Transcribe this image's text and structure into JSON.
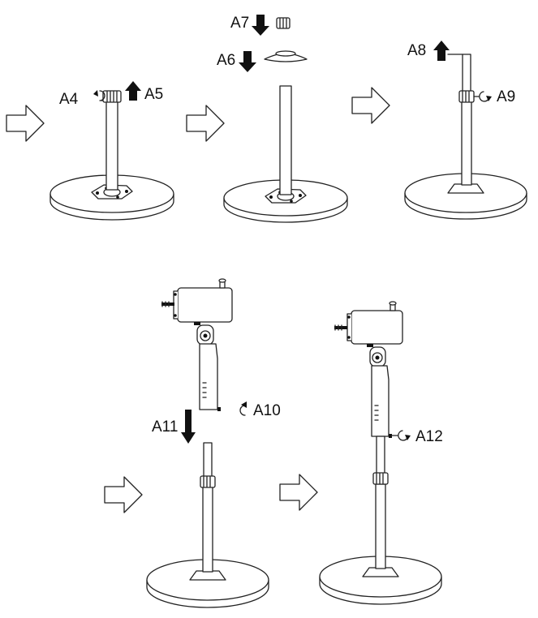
{
  "labels": {
    "a4": "A4",
    "a5": "A5",
    "a6": "A6",
    "a7": "A7",
    "a8": "A8",
    "a9": "A9",
    "a10": "A10",
    "a11": "A11",
    "a12": "A12"
  },
  "steps": [
    {
      "id": "step-1",
      "actions": [
        "a4",
        "a5"
      ]
    },
    {
      "id": "step-2",
      "actions": [
        "a6",
        "a7"
      ]
    },
    {
      "id": "step-3",
      "actions": [
        "a8",
        "a9"
      ]
    },
    {
      "id": "step-4",
      "actions": [
        "a10",
        "a11"
      ]
    },
    {
      "id": "step-5",
      "actions": [
        "a12"
      ]
    }
  ],
  "colors": {
    "line": "#222222",
    "fill": "#ffffff",
    "arrow": "#111111"
  }
}
